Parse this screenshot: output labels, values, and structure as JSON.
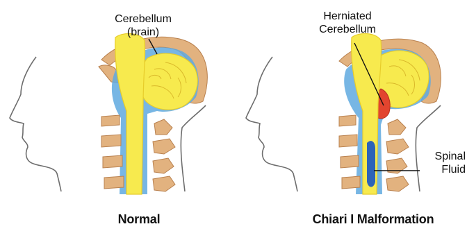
{
  "labels": {
    "cerebellum_line1": "Cerebellum",
    "cerebellum_line2": "(brain)",
    "herniated_line1": "Herniated",
    "herniated_line2": "Cerebellum",
    "spinal_line1": "Spinal",
    "spinal_line2": "Fluid"
  },
  "captions": {
    "normal": "Normal",
    "chiari": "Chiari I Malformation"
  },
  "colors": {
    "brain": "#f7ea4e",
    "brain_dark": "#e7cc2a",
    "csf": "#5fa9df",
    "bone": "#e2b27f",
    "bone_dark": "#b9814f",
    "herniation": "#e2452f",
    "outline": "#6d6d6d"
  }
}
